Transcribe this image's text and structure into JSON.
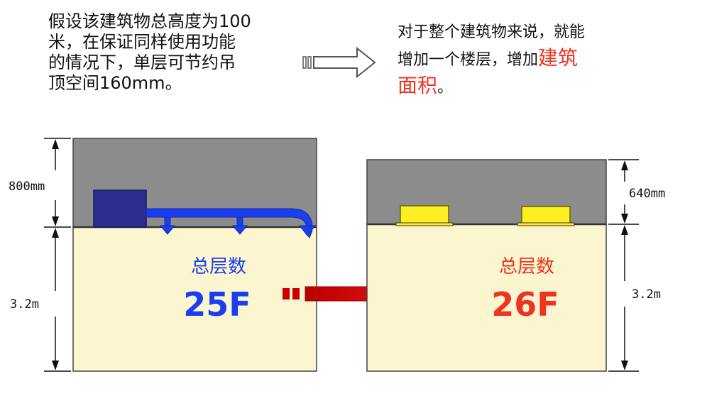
{
  "left_note": {
    "lines": [
      "假设该建筑物总高度为100",
      "米，在保证同样使用功能",
      "的情况下，单层可节约吊",
      "顶空间160mm。"
    ]
  },
  "right_note": {
    "line1": "对于整个建筑物来说，就能",
    "line2_prefix": "增加一个楼层，增加",
    "highlight_a": "建筑",
    "highlight_b": "面积",
    "end": "。"
  },
  "left_building": {
    "ceiling_dim": "800mm",
    "floor_dim": "3.2m",
    "floors_label": "总层数",
    "floors_value": "25F"
  },
  "right_building": {
    "ceiling_dim": "640mm",
    "floor_dim": "3.2m",
    "floors_label": "总层数",
    "floors_value": "26F"
  },
  "colors": {
    "ceiling": "#8c8c8c",
    "floor": "#fbf6cf",
    "duct": "#1a3ef0",
    "unit_box": "#2b2d8f",
    "fixture": "#ffef22",
    "left_accent": "#1a3ef0",
    "right_accent": "#ee3322",
    "arrow": "#e60000"
  }
}
